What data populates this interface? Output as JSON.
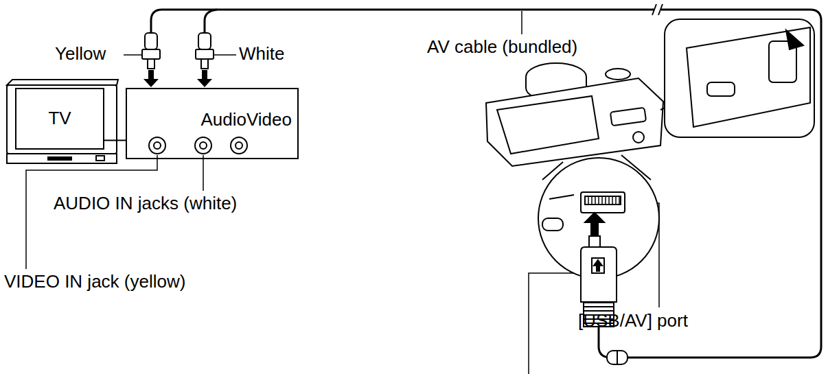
{
  "diagram": {
    "nodes": [
      {
        "text": [
          "TV"
        ]
      },
      {
        "text": [
          "AudioVideo"
        ]
      }
    ],
    "edges": [
      {
        "from": 0,
        "to": 1,
        "arrow": "none"
      }
    ],
    "labels": [
      "Yellow",
      "White",
      "AV cable (bundled)",
      "AUDIO IN jacks (white)",
      "VIDEO IN jack (yellow)",
      "[USB/AV] port"
    ]
  }
}
